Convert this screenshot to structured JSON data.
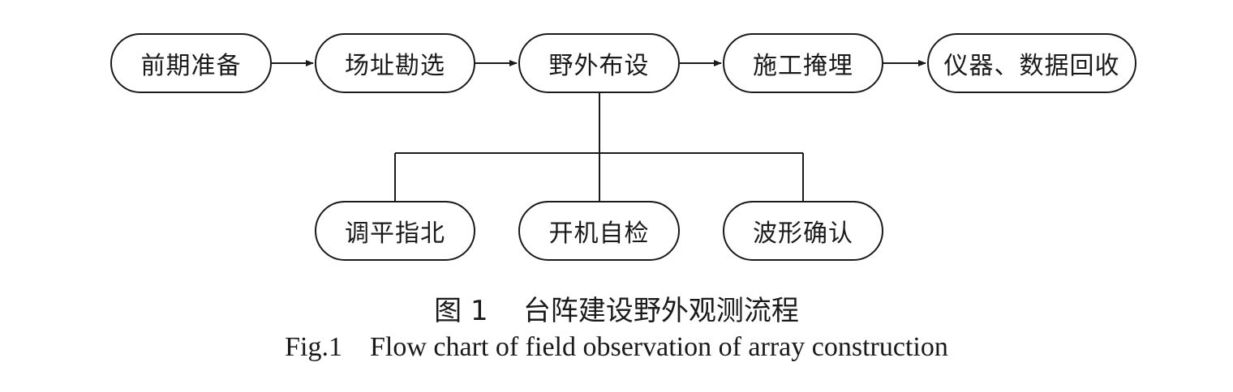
{
  "diagram": {
    "main_steps": [
      {
        "label": "前期准备"
      },
      {
        "label": "场址勘选"
      },
      {
        "label": "野外布设"
      },
      {
        "label": "施工掩埋"
      },
      {
        "label": "仪器、数据回收"
      }
    ],
    "sub_steps": [
      {
        "label": "调平指北"
      },
      {
        "label": "开机自检"
      },
      {
        "label": "波形确认"
      }
    ],
    "edges": [
      {
        "from": "前期准备",
        "to": "场址勘选"
      },
      {
        "from": "场址勘选",
        "to": "野外布设"
      },
      {
        "from": "野外布设",
        "to": "施工掩埋"
      },
      {
        "from": "施工掩埋",
        "to": "仪器、数据回收"
      },
      {
        "from": "野外布设",
        "to": "调平指北"
      },
      {
        "from": "野外布设",
        "to": "开机自检"
      },
      {
        "from": "野外布设",
        "to": "波形确认"
      }
    ]
  },
  "caption": {
    "zh": "图 1    台阵建设野外观测流程",
    "en": "Fig.1    Flow chart of field observation of array construction"
  }
}
